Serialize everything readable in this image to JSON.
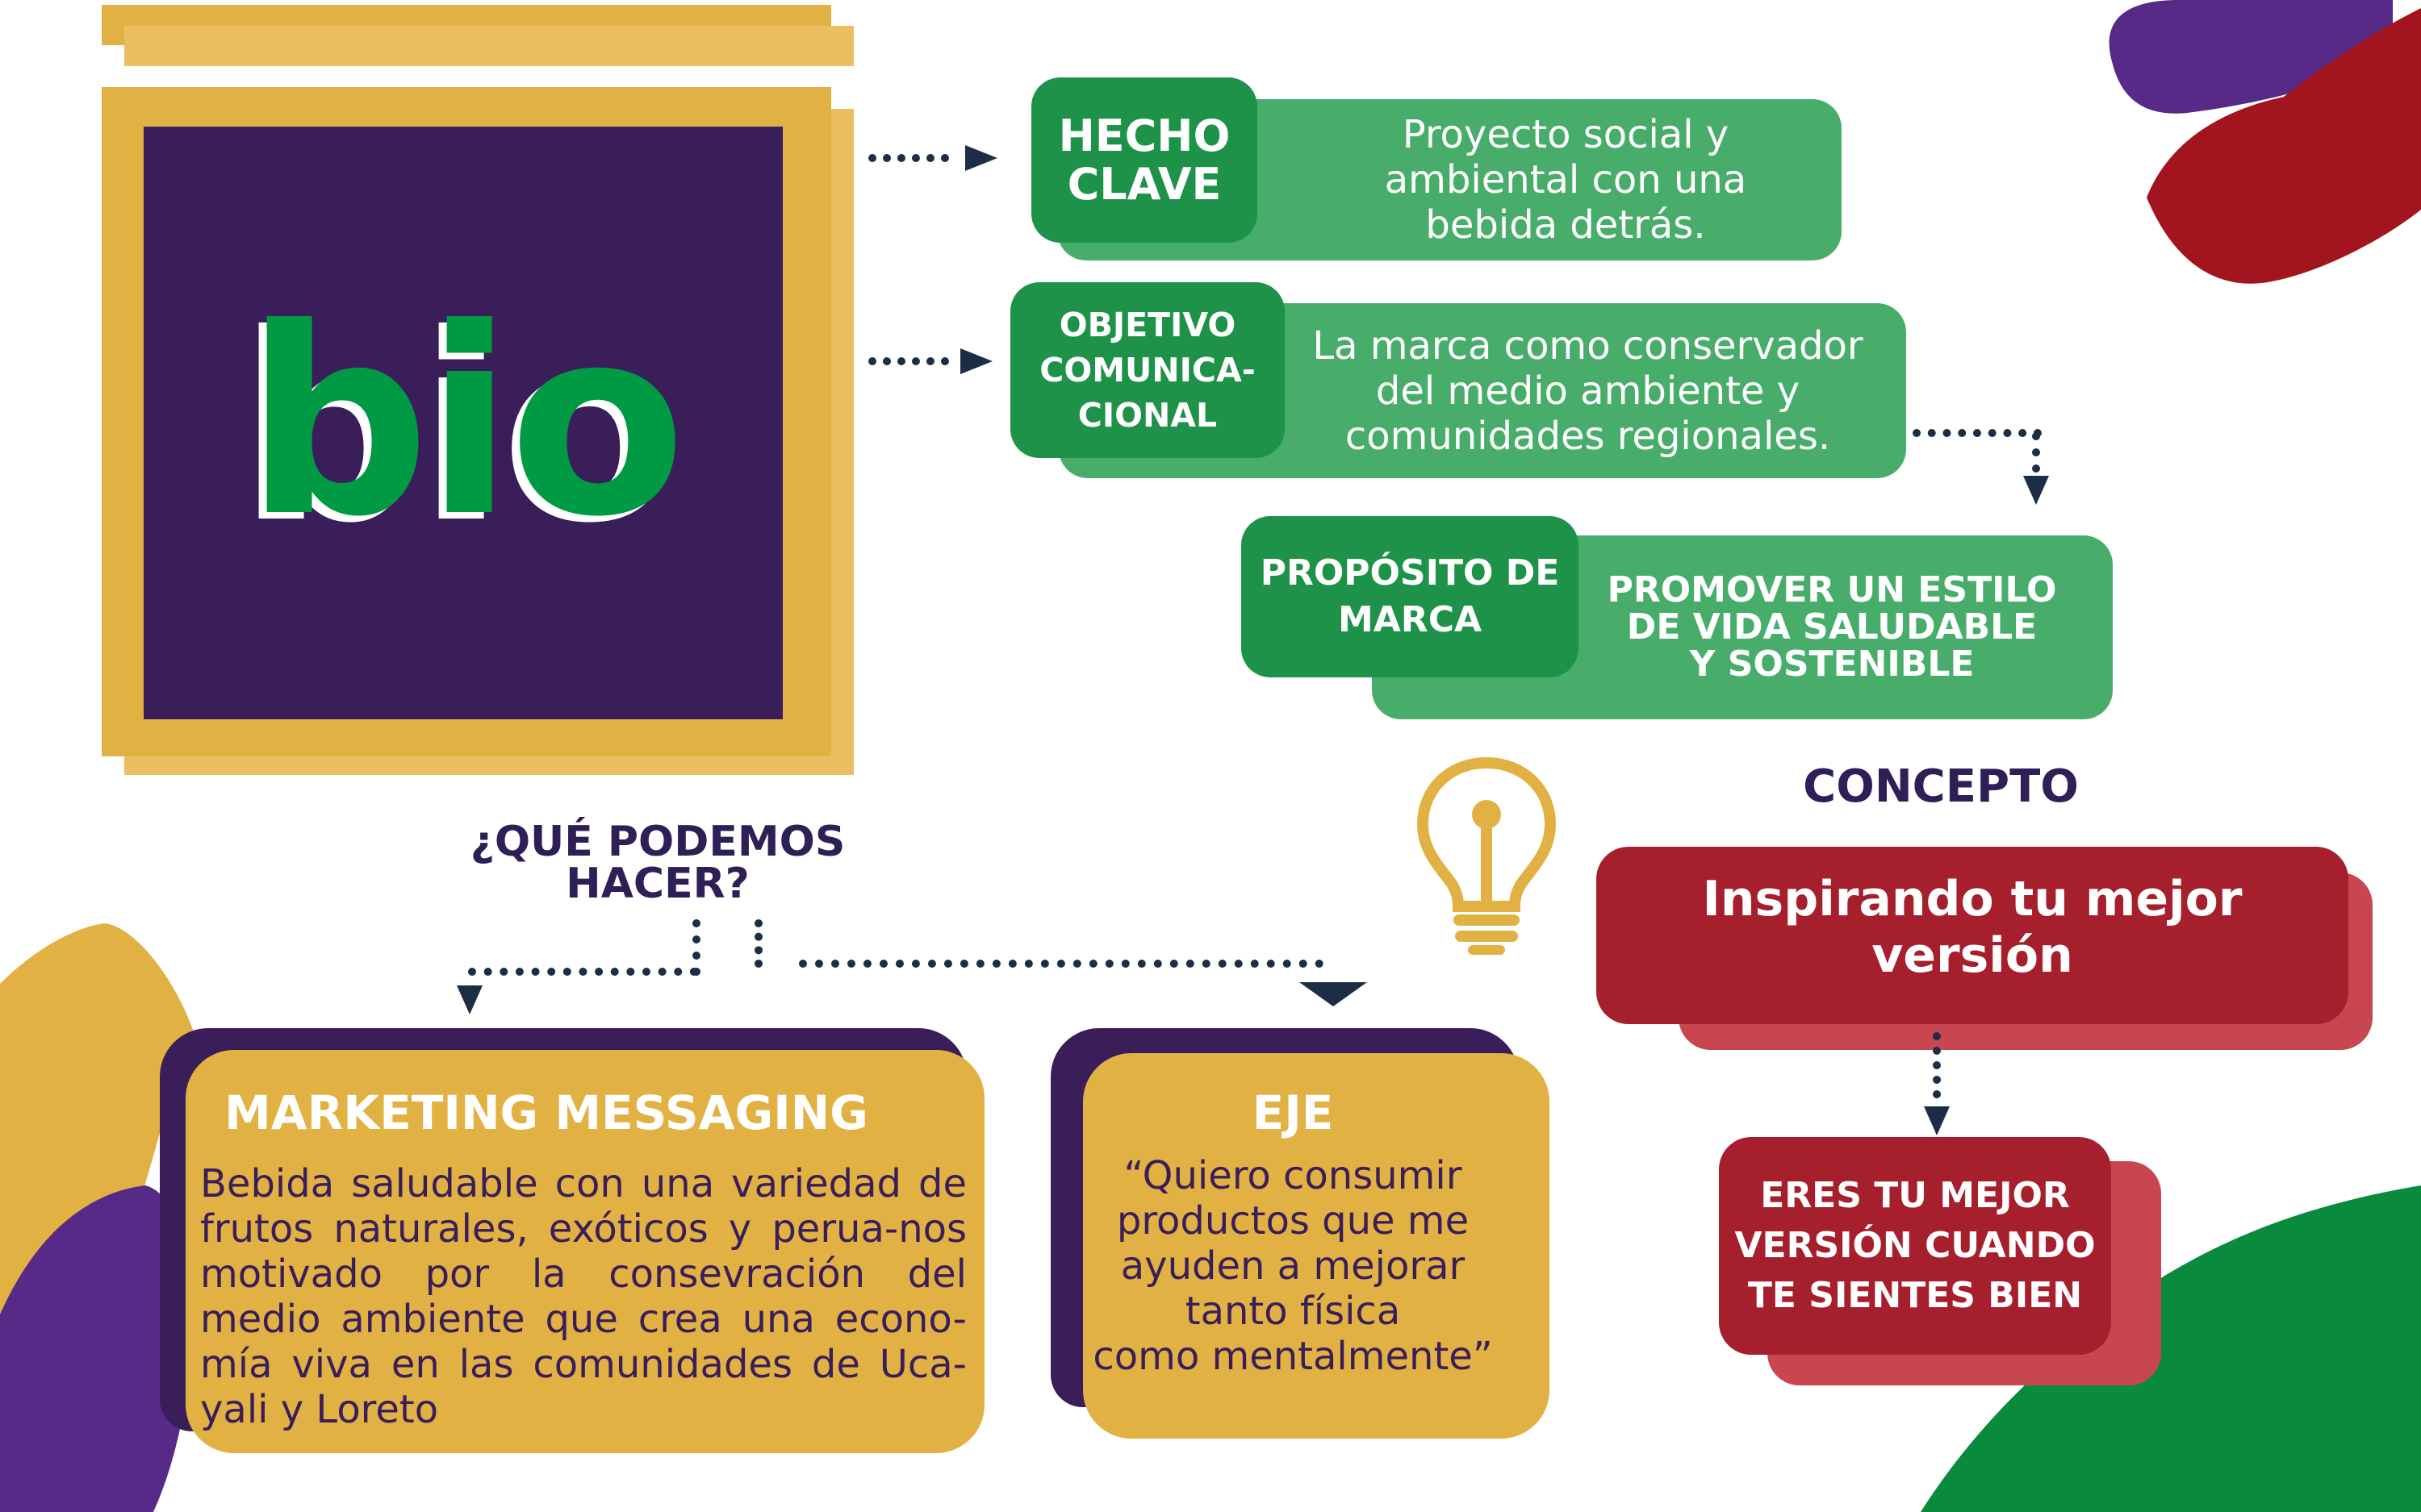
{
  "logo": {
    "text": "bio"
  },
  "hecho_clave": {
    "label": "HECHO\nCLAVE",
    "text": "Proyecto social y\nambiental con una\nbebida detrás."
  },
  "objetivo": {
    "label": "OBJETIVO\nCOMUNICA-\nCIONAL",
    "text": "La marca como conservador\ndel  medio ambiente y\ncomunidades regionales."
  },
  "proposito": {
    "label": "PROPÓSITO DE\nMARCA",
    "text": "PROMOVER UN ESTILO\nDE VIDA SALUDABLE\nY SOSTENIBLE"
  },
  "que_podemos": {
    "title": "¿QUÉ PODEMOS\nHACER?"
  },
  "marketing": {
    "title": "MARKETING MESSAGING",
    "text": "Bebida saludable con una variedad de frutos naturales, exóticos y perua-nos motivado por la consevración del medio ambiente que crea una econo-mía viva en las comunidades de Uca-yali y Loreto"
  },
  "eje": {
    "title": "EJE",
    "text": "“Quiero consumir\nproductos que me\nayuden a mejorar\ntanto física\ncomo mentalmente”"
  },
  "concepto": {
    "title": "CONCEPTO",
    "main": "Inspirando tu mejor versión",
    "sub": "ERES TU MEJOR\nVERSIÓN CUANDO\nTE SIENTES BIEN"
  },
  "icons": [
    "lightbulb-icon",
    "leaf-decoration"
  ],
  "colors": {
    "green_dark": "#1e9249",
    "green_light": "#48ad6b",
    "logo_green": "#009a44",
    "purple": "#3a1e5a",
    "gold": "#e2b143",
    "gold_light": "#ebbe62",
    "red": "#a51f2d",
    "red_light": "#c84650",
    "navy": "#1c2e45",
    "heading": "#2f1f57"
  }
}
